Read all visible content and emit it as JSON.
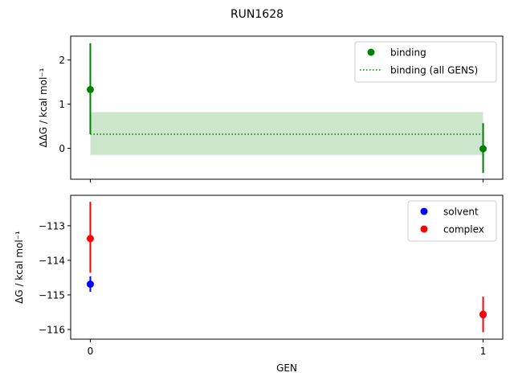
{
  "title": "RUN1628",
  "chart_data": [
    {
      "type": "scatter",
      "ylabel": "ΔΔG / kcal mol⁻¹",
      "xlim": [
        -0.05,
        1.05
      ],
      "ylim": [
        -0.7,
        2.54
      ],
      "yticks": [
        0,
        1,
        2
      ],
      "xticks": [
        0,
        1
      ],
      "grid": false,
      "legend_position": "top-right",
      "series": [
        {
          "name": "binding",
          "color": "#008000",
          "x": [
            0,
            1
          ],
          "y": [
            1.33,
            -0.01
          ],
          "yerr_low": [
            0.32,
            -0.56
          ],
          "yerr_high": [
            2.38,
            0.57
          ]
        },
        {
          "name": "binding (all GENS)",
          "color": "#008000",
          "style": "dotted",
          "x": [
            0,
            1
          ],
          "y": [
            0.32,
            0.32
          ],
          "band_low": -0.15,
          "band_high": 0.82
        }
      ]
    },
    {
      "type": "scatter",
      "xlabel": "GEN",
      "ylabel": "ΔG / kcal mol⁻¹",
      "xlim": [
        -0.05,
        1.05
      ],
      "ylim": [
        -116.28,
        -112.12
      ],
      "yticks": [
        -113,
        -114,
        -115,
        -116
      ],
      "xticks": [
        0,
        1
      ],
      "grid": false,
      "legend_position": "top-right",
      "series": [
        {
          "name": "solvent",
          "color": "#0000ff",
          "x": [
            0,
            1
          ],
          "y": [
            -114.69,
            -115.57
          ],
          "yerr_low": [
            -114.91,
            -115.7
          ],
          "yerr_high": [
            -114.46,
            -115.44
          ]
        },
        {
          "name": "complex",
          "color": "#ff0000",
          "x": [
            0,
            1
          ],
          "y": [
            -113.37,
            -115.56
          ],
          "yerr_low": [
            -114.36,
            -116.08
          ],
          "yerr_high": [
            -112.31,
            -115.05
          ]
        }
      ]
    }
  ]
}
